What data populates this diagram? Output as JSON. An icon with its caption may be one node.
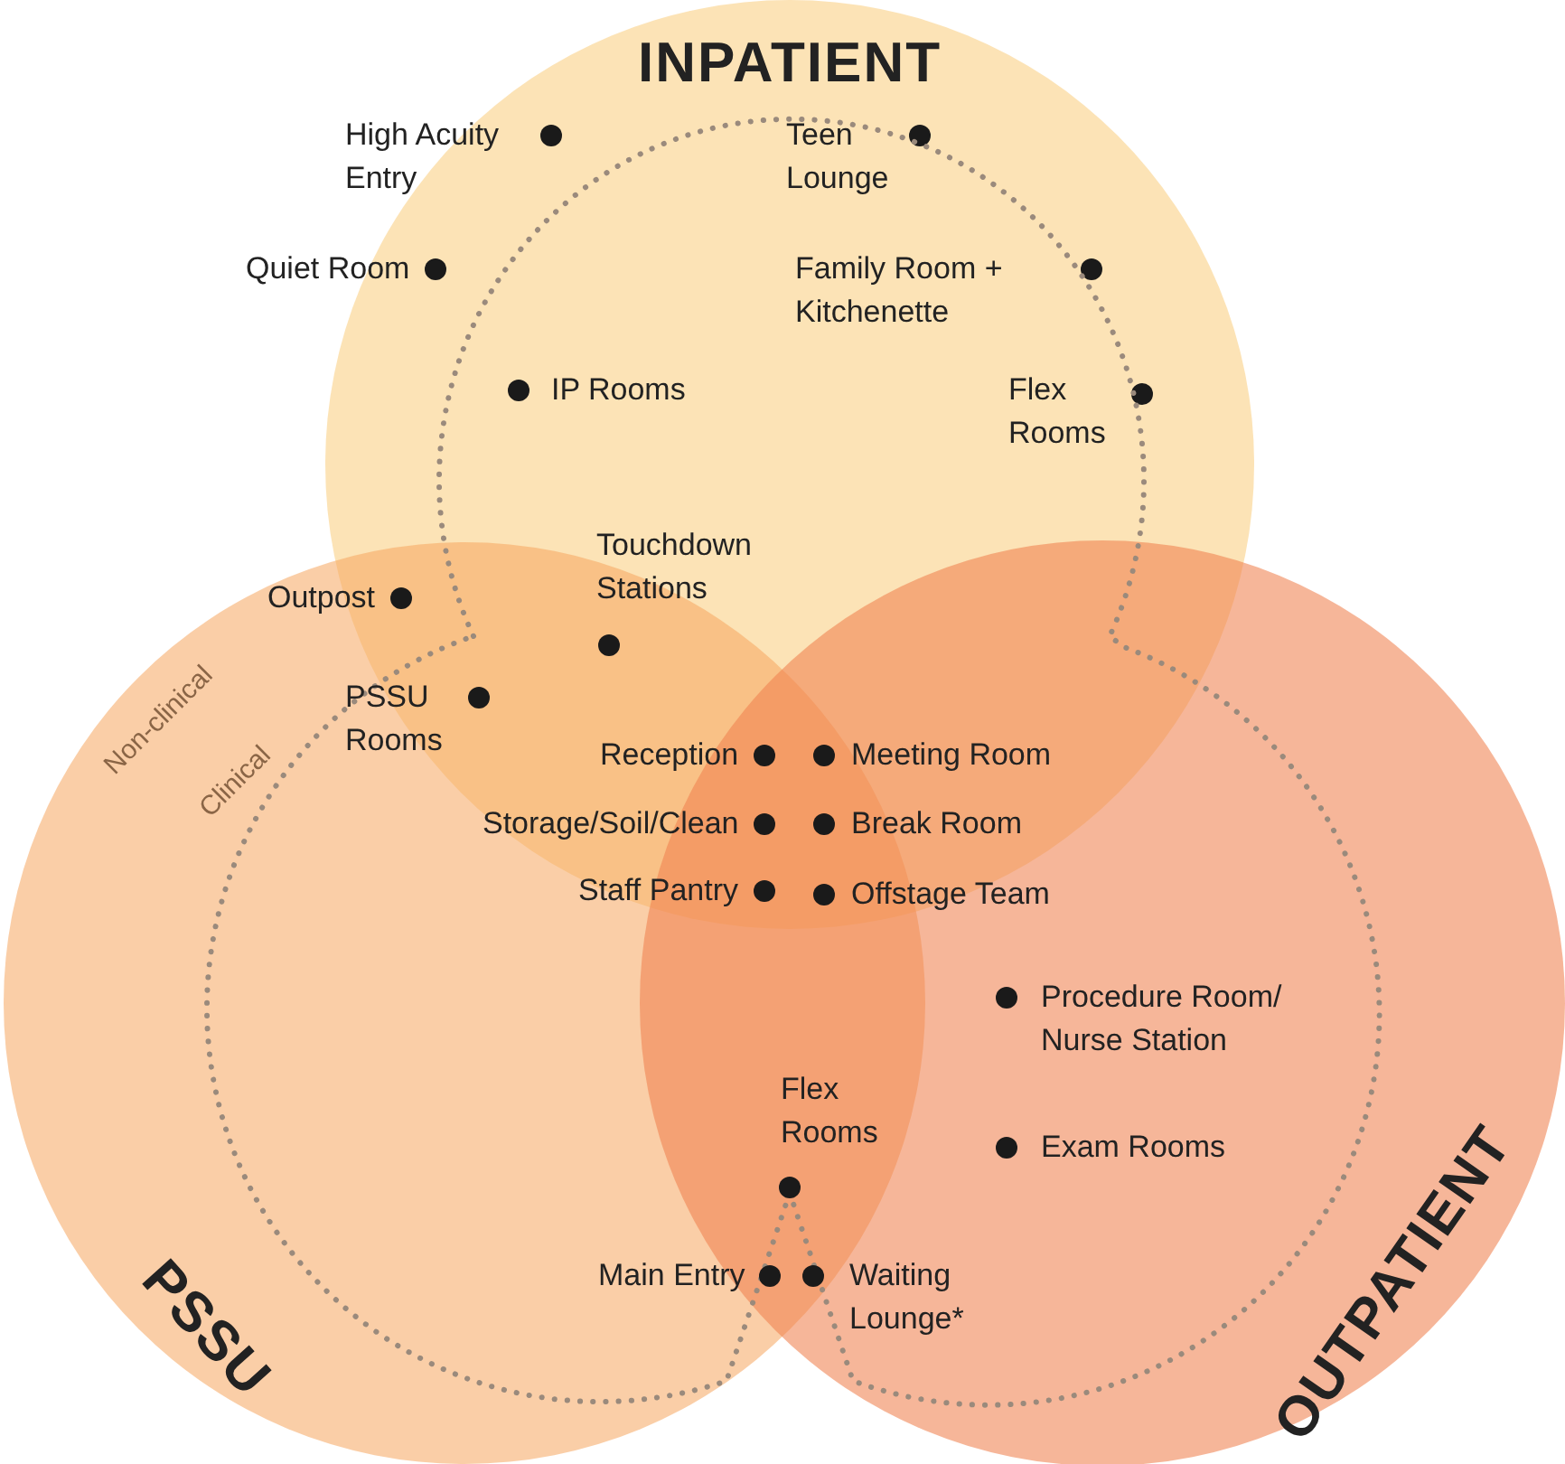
{
  "diagram": {
    "nodes": [
      {
        "text": [
          "INPATIENT"
        ]
      },
      {
        "text": [
          "High Acuity Entry"
        ],
        "in": 0
      },
      {
        "text": [
          "Teen Lounge"
        ],
        "in": 0
      },
      {
        "text": [
          "Quiet Room"
        ],
        "in": 0
      },
      {
        "text": [
          "Family Room + Kitchenette"
        ],
        "in": 0
      },
      {
        "text": [
          "IP Rooms"
        ],
        "in": 0
      },
      {
        "text": [
          "Flex Rooms"
        ],
        "in": 0
      },
      {
        "text": [
          "PSSU"
        ]
      },
      {
        "text": [
          "OUTPATIENT"
        ]
      },
      {
        "text": [
          "Outpost"
        ]
      },
      {
        "text": [
          "Touchdown Stations"
        ]
      },
      {
        "text": [
          "PSSU Rooms"
        ]
      },
      {
        "text": [
          "Reception"
        ]
      },
      {
        "text": [
          "Meeting Room"
        ]
      },
      {
        "text": [
          "Storage/Soil/Clean"
        ]
      },
      {
        "text": [
          "Break Room"
        ]
      },
      {
        "text": [
          "Staff Pantry"
        ]
      },
      {
        "text": [
          "Offstage Team"
        ]
      },
      {
        "text": [
          "Procedure Room/ Nurse Station"
        ],
        "in": 8
      },
      {
        "text": [
          "Exam Rooms"
        ],
        "in": 8
      },
      {
        "text": [
          "Flex Rooms"
        ]
      },
      {
        "text": [
          "Main Entry"
        ]
      },
      {
        "text": [
          "Waiting Lounge*"
        ]
      }
    ],
    "edges": [],
    "labels": [
      "Non-clinical",
      "Clinical"
    ]
  }
}
